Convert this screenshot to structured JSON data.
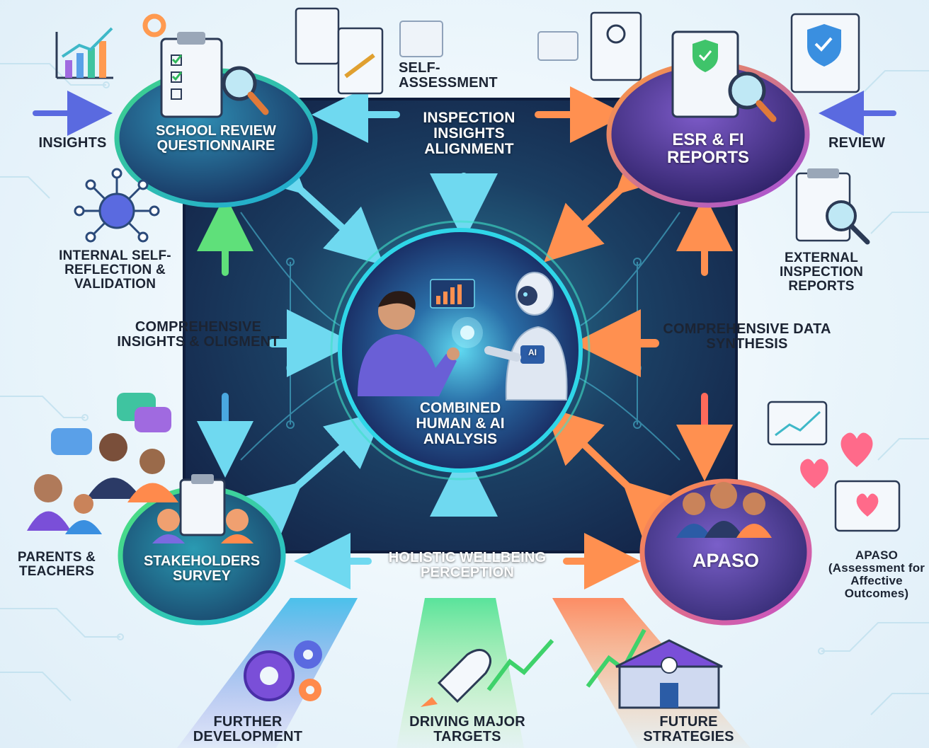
{
  "nodes": {
    "top_left": "SCHOOL REVIEW QUESTIONNAIRE",
    "top_right": "ESR & FI REPORTS",
    "bottom_left": "STAKEHOLDERS SURVEY",
    "bottom_right": "APASO",
    "center": "COMBINED HUMAN & AI ANALYSIS"
  },
  "center_badge": "AI",
  "edge_labels": {
    "top": "INSPECTION INSIGHTS ALIGNMENT",
    "left": "COMPREHENSIVE INSIGHTS & OLIGMENT",
    "right": "COMPREHENSIVE DATA SYNTHESIS",
    "bottom": "HOLISTIC WELLBEING PERCEPTION"
  },
  "side_labels": {
    "self_assessment": "SELF-ASSESSMENT",
    "insights": "INSIGHTS",
    "review": "REVIEW",
    "internal": "INTERNAL SELF-REFLECTION & VALIDATION",
    "external": "EXTERNAL INSPECTION REPORTS",
    "parents": "PARENTS & TEACHERS",
    "apaso_full": "APASO (Assessment for Affective Outcomes)"
  },
  "outcomes": {
    "further": "FURTHER DEVELOPMENT",
    "driving": "DRIVING MAJOR TARGETS",
    "future": "FUTURE STRATEGIES"
  },
  "colors": {
    "teal": "#1fd3c0",
    "green": "#3fd26b",
    "orange": "#ff8a4c",
    "purple": "#7a4fd8",
    "navy": "#1b2a4e"
  }
}
